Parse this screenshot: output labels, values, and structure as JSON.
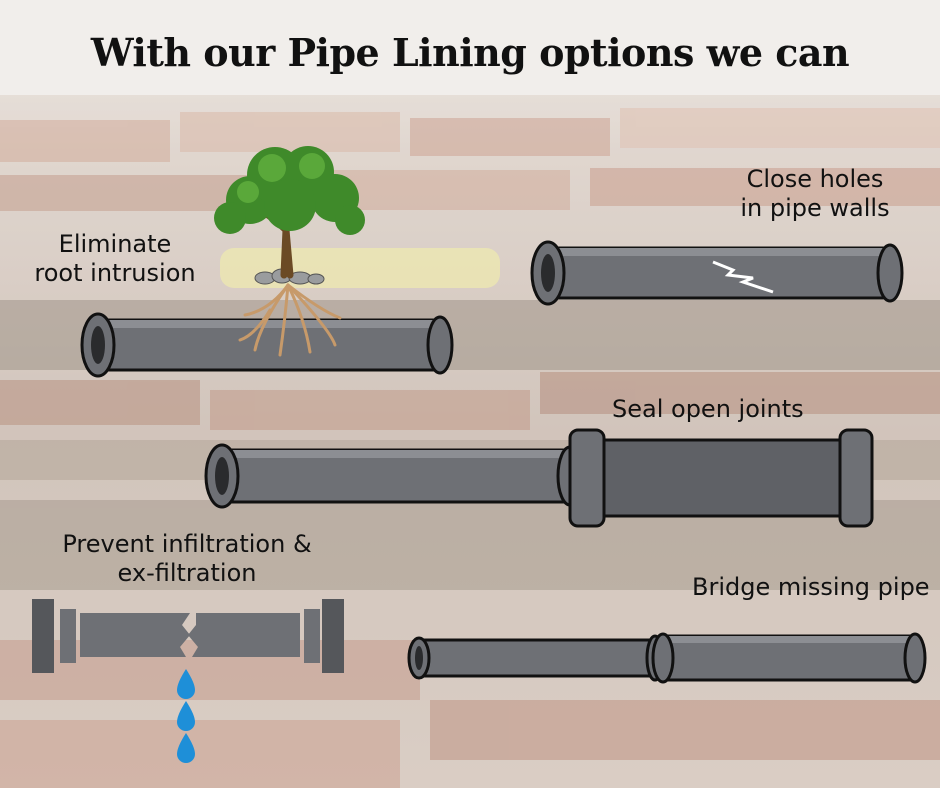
{
  "title": "With our Pipe Lining options we can",
  "labels": {
    "root": [
      "Eliminate",
      "root intrusion"
    ],
    "holes": [
      "Close holes",
      "in pipe walls"
    ],
    "joints": "Seal open joints",
    "infiltration": [
      "Prevent infiltration &",
      "ex-filtration"
    ],
    "bridge": "Bridge missing pipe"
  },
  "icons": {
    "tree": "tree-icon",
    "crack": "crack-icon",
    "water": "water-drop-icon"
  },
  "colors": {
    "pipe": "#6e7075",
    "pipe_dark": "#55575b",
    "outline": "#111111",
    "leaf": "#3f8a2a",
    "trunk": "#6b4a25",
    "water": "#1e8fd8"
  }
}
